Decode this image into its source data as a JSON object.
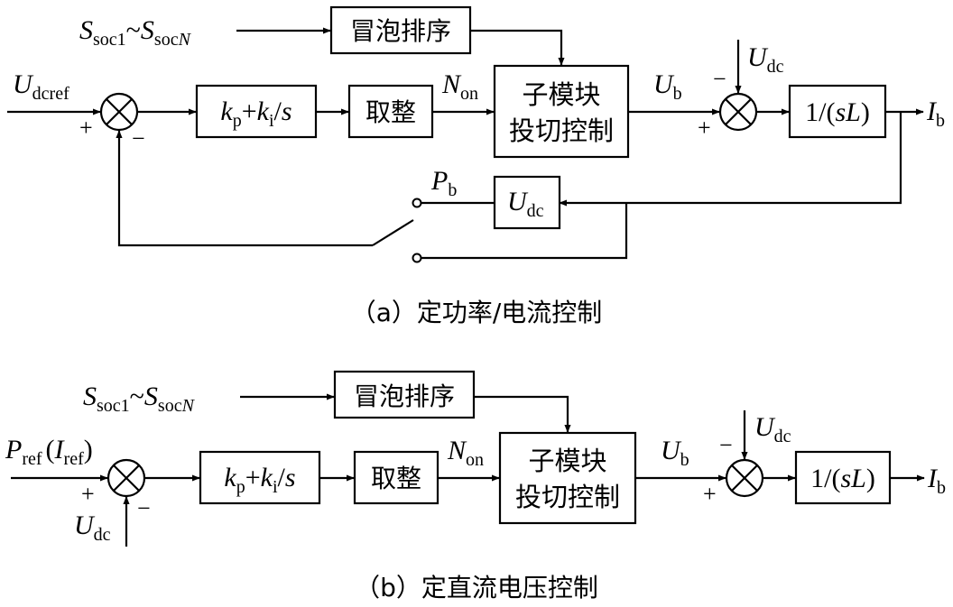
{
  "diagram_a": {
    "soc_s1": "S",
    "soc_s1_sub": "soc1",
    "soc_tilde": "~",
    "soc_sN": "S",
    "soc_sN_sub": "soc",
    "soc_sN_subN": "N",
    "bubble_sort": "冒泡排序",
    "input_U": "U",
    "input_U_sub": "dcref",
    "plus1": "+",
    "minus1": "−",
    "pi_k1": "k",
    "pi_k1_sub": "p",
    "pi_plus": "+",
    "pi_k2": "k",
    "pi_k2_sub": "i",
    "pi_div": "/",
    "pi_s": "s",
    "rounding": "取整",
    "n_on": "N",
    "n_on_sub": "on",
    "submodule_line1": "子模块",
    "submodule_line2": "投切控制",
    "u_b": "U",
    "u_b_sub": "b",
    "udc_top": "U",
    "udc_top_sub": "dc",
    "minus2": "−",
    "plus2": "+",
    "transfer_pre": "1/(",
    "transfer_s": "s",
    "transfer_L": "L",
    "transfer_post": ")",
    "output_I": "I",
    "output_I_sub": "b",
    "pb": "P",
    "pb_sub": "b",
    "udc_box": "U",
    "udc_box_sub": "dc",
    "caption": "（a）定功率/电流控制"
  },
  "diagram_b": {
    "soc_s1": "S",
    "soc_s1_sub": "soc1",
    "soc_tilde": "~",
    "soc_sN": "S",
    "soc_sN_sub": "soc",
    "soc_sN_subN": "N",
    "bubble_sort": "冒泡排序",
    "input_P": "P",
    "input_P_sub": "ref",
    "input_paren_open": "(",
    "input_I": "I",
    "input_I_sub": "ref",
    "input_paren_close": ")",
    "plus1": "+",
    "minus1": "−",
    "udc_in": "U",
    "udc_in_sub": "dc",
    "pi_k1": "k",
    "pi_k1_sub": "p",
    "pi_plus": "+",
    "pi_k2": "k",
    "pi_k2_sub": "i",
    "pi_div": "/",
    "pi_s": "s",
    "rounding": "取整",
    "n_on": "N",
    "n_on_sub": "on",
    "submodule_line1": "子模块",
    "submodule_line2": "投切控制",
    "u_b": "U",
    "u_b_sub": "b",
    "udc_top": "U",
    "udc_top_sub": "dc",
    "minus2": "−",
    "plus2": "+",
    "transfer_pre": "1/(",
    "transfer_s": "s",
    "transfer_L": "L",
    "transfer_post": ")",
    "output_I": "I",
    "output_I_sub": "b",
    "caption": "（b）定直流电压控制"
  }
}
